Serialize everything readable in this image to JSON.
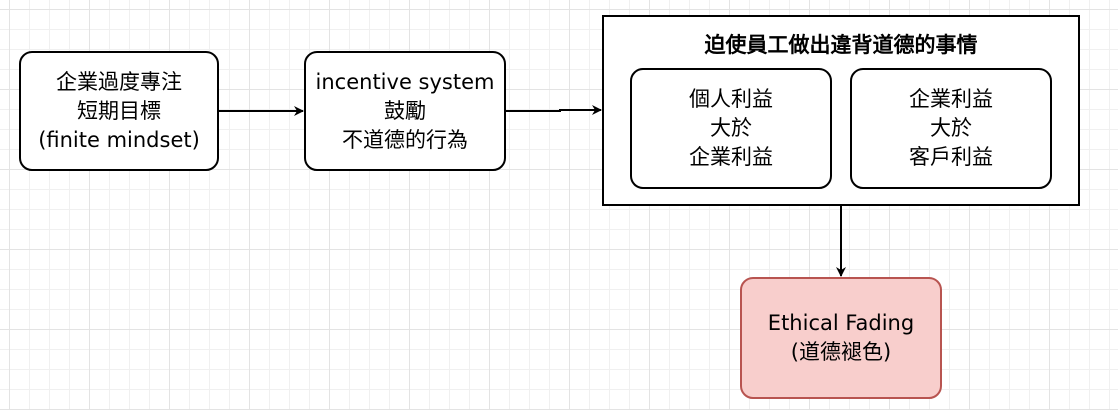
{
  "diagram": {
    "nodes": {
      "focus": {
        "lines": [
          "企業過度專注",
          "短期目標",
          "(finite mindset)"
        ]
      },
      "incentive": {
        "lines": [
          "incentive system",
          "鼓勵",
          "不道德的行為"
        ]
      },
      "group": {
        "title": "迫使員工做出違背道德的事情",
        "personal": {
          "lines": [
            "個人利益",
            "大於",
            "企業利益"
          ]
        },
        "corporate": {
          "lines": [
            "企業利益",
            "大於",
            "客戶利益"
          ]
        }
      },
      "fading": {
        "lines": [
          "Ethical Fading",
          "(道德褪色)"
        ]
      }
    },
    "colors": {
      "stroke": "#000000",
      "fading_fill": "#f8cecc",
      "fading_stroke": "#b85450",
      "grid": "#e3e3e3"
    }
  }
}
